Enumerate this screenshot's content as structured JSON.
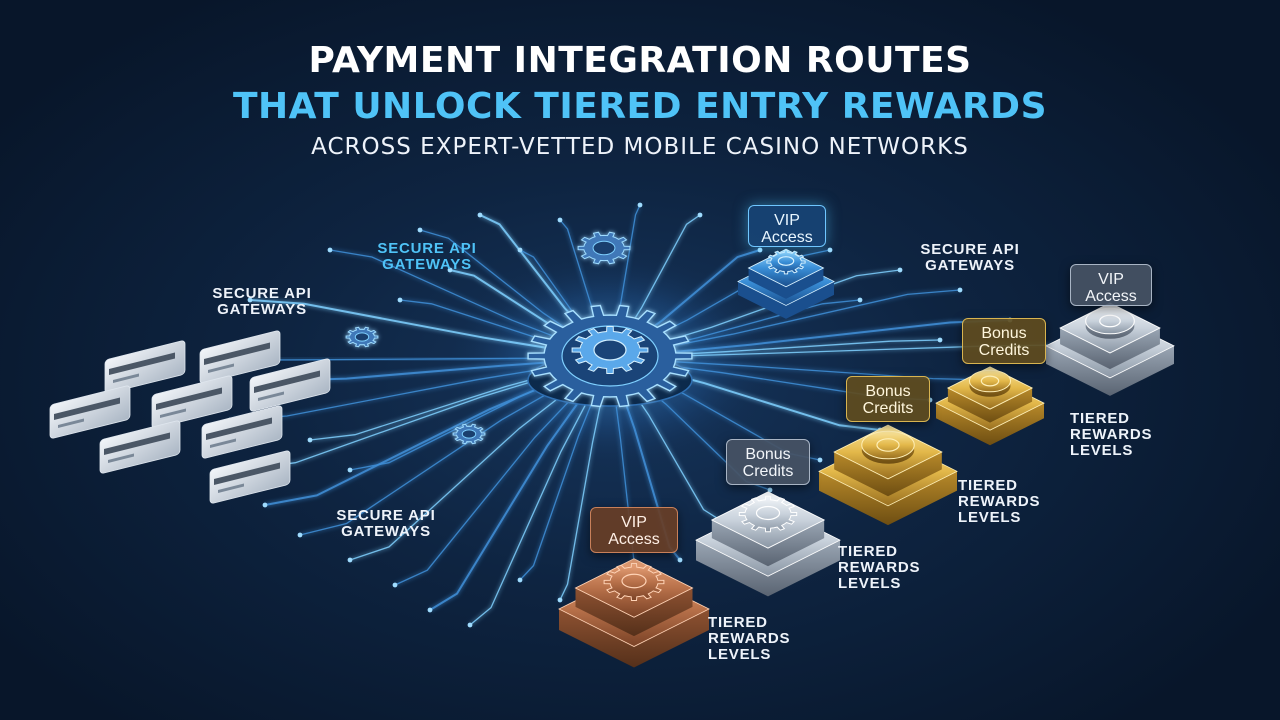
{
  "header": {
    "title_line1": "PAYMENT INTEGRATION ROUTES",
    "title_line2": "THAT UNLOCK TIERED ENTRY REWARDS",
    "title_line3": "ACROSS EXPERT-VETTED MOBILE CASINO NETWORKS"
  },
  "labels": {
    "gateway_blue": "SECURE API\nGATEWAYS",
    "gateway_top_right": "SECURE API\nGATEWAYS",
    "gateway_left": "SECURE API\nGATEWAYS",
    "gateway_bottom_left": "SECURE API\nGATEWAYS"
  },
  "tiers": [
    {
      "sign": "VIP\nAccess",
      "caption": "TIERED\nREWARDS\nLEVELS",
      "material": "bronze"
    },
    {
      "sign": "Bonus\nCredits",
      "caption": "TIERED\nREWARDS\nLEVELS",
      "material": "silver"
    },
    {
      "sign": "Bonus\nCredits",
      "caption": "TIERED\nREWARDS\nLEVELS",
      "material": "gold"
    },
    {
      "sign": "Bonus\nCredits",
      "caption": "TIERED\nREWARDS\nLEVELS",
      "material": "gold"
    },
    {
      "sign": "VIP\nAccess",
      "caption": "",
      "material": "silver"
    }
  ],
  "top_node": {
    "sign": "VIP\nAccess",
    "material": "glowing-blue"
  },
  "icons": [
    "gear-icon",
    "credit-card-icon",
    "coin-icon"
  ],
  "colors": {
    "background": "#0b1a2e",
    "accent": "#4fc3f7",
    "circuit": "#5fb8ff",
    "gold": "#e3b84a",
    "silver": "#c9d2dc",
    "bronze": "#b8714a"
  }
}
